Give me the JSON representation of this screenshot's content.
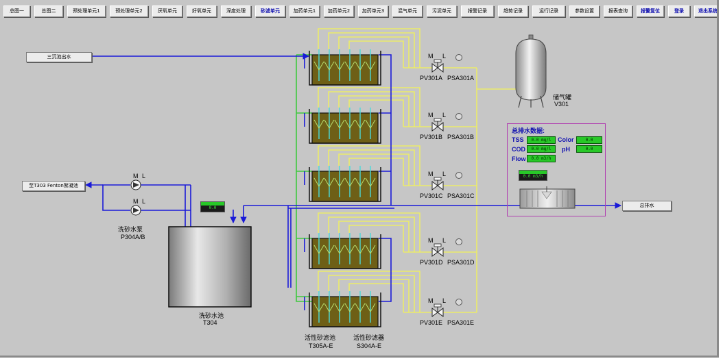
{
  "nav": {
    "tabs": [
      {
        "label": "总图一"
      },
      {
        "label": "总图二"
      },
      {
        "label": "预处理单元1"
      },
      {
        "label": "预处理单元2"
      },
      {
        "label": "厌氧单元"
      },
      {
        "label": "好氧单元"
      },
      {
        "label": "深度处理"
      },
      {
        "label": "砂滤单元"
      },
      {
        "label": "加药单元1"
      },
      {
        "label": "加药单元2"
      },
      {
        "label": "加药单元3"
      },
      {
        "label": "混气单元"
      },
      {
        "label": "污泥单元"
      },
      {
        "label": "报警记录"
      },
      {
        "label": "趋势记录"
      },
      {
        "label": "运行记录"
      },
      {
        "label": "参数设置"
      },
      {
        "label": "报表查询"
      },
      {
        "label": "报警复位"
      },
      {
        "label": "登录"
      },
      {
        "label": "退出系统"
      }
    ],
    "active_index": 7
  },
  "inlet": {
    "label": "三沉池出水"
  },
  "outlet_fenton": {
    "label": "至T303 Fenton絮凝池"
  },
  "outlet_main": {
    "label": "总排水"
  },
  "pump": {
    "m": "M",
    "l": "L",
    "name": "洗砂水泵",
    "tag": "P304A/B"
  },
  "wash_tank": {
    "name": "洗砂水池",
    "tag": "T304",
    "level_value": "0.0"
  },
  "filters": {
    "pool_name": "活性砂滤池",
    "pool_tag": "T305A-E",
    "filter_name": "活性砂滤器",
    "filter_tag": "S304A-E",
    "units": [
      {
        "valve": "PV301A",
        "switch": "PSA301A",
        "m": "M",
        "l": "L"
      },
      {
        "valve": "PV301B",
        "switch": "PSA301B",
        "m": "M",
        "l": "L"
      },
      {
        "valve": "PV301C",
        "switch": "PSA301C",
        "m": "M",
        "l": "L"
      },
      {
        "valve": "PV301D",
        "switch": "PSA301D",
        "m": "M",
        "l": "L"
      },
      {
        "valve": "PV301E",
        "switch": "PSA301E",
        "m": "M",
        "l": "L"
      }
    ]
  },
  "air_tank": {
    "name": "储气罐",
    "tag": "V301"
  },
  "discharge": {
    "title": "总排水数据:",
    "tss_label": "TSS",
    "tss_value": "0.0 mg/l",
    "color_label": "Color",
    "color_value": "0.0",
    "cod_label": "COD",
    "cod_value": "0.0 mg/l",
    "ph_label": "pH",
    "ph_value": "0.0",
    "flow_label": "Flow",
    "flow_value": "0.0 m3/h",
    "meter_value": "0.0 m3/h"
  },
  "colors": {
    "background": "#c6c6c6",
    "water": "#1a1ad8",
    "air": "#f0f070",
    "wash": "#40d040",
    "tank_fill": "#6e5f16",
    "active_tab": "#1010b0"
  }
}
